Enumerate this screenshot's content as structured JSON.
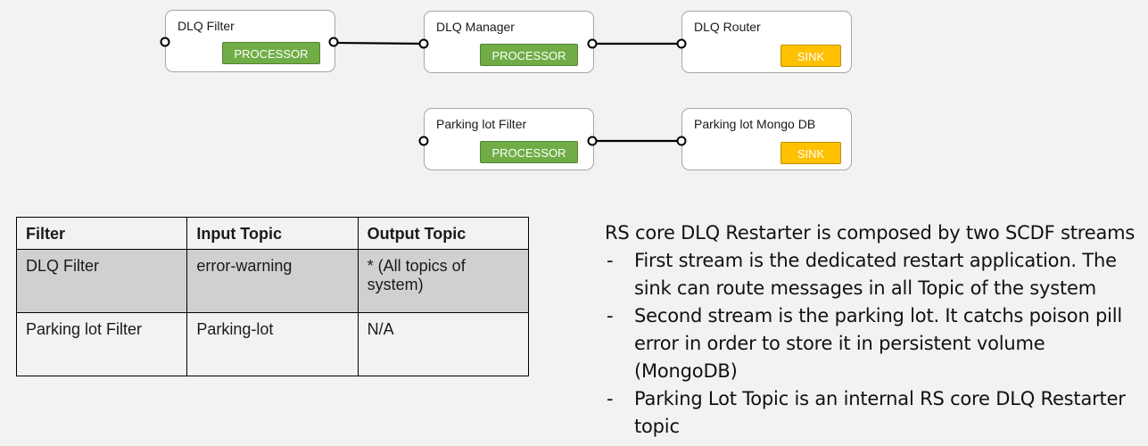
{
  "diagram": {
    "nodes": [
      {
        "id": "dlq-filter",
        "title": "DLQ Filter",
        "badge": "PROCESSOR",
        "kind": "processor"
      },
      {
        "id": "dlq-manager",
        "title": "DLQ Manager",
        "badge": "PROCESSOR",
        "kind": "processor"
      },
      {
        "id": "dlq-router",
        "title": "DLQ Router",
        "badge": "SINK",
        "kind": "sink"
      },
      {
        "id": "parking-lot-filter",
        "title": "Parking lot Filter",
        "badge": "PROCESSOR",
        "kind": "processor"
      },
      {
        "id": "parking-lot-mongo",
        "title": "Parking lot Mongo DB",
        "badge": "SINK",
        "kind": "sink"
      }
    ],
    "edges": [
      {
        "from": "dlq-filter",
        "to": "dlq-manager"
      },
      {
        "from": "dlq-manager",
        "to": "dlq-router"
      },
      {
        "from": "parking-lot-filter",
        "to": "parking-lot-mongo"
      }
    ],
    "colors": {
      "processor": "#70ad47",
      "sink": "#ffc000",
      "node_border": "#a6a6a6",
      "background": "#f2f2f2"
    }
  },
  "table": {
    "headers": [
      "Filter",
      "Input Topic",
      "Output Topic"
    ],
    "rows": [
      [
        "DLQ Filter",
        "error-warning",
        "* (All topics of system)"
      ],
      [
        "Parking lot Filter",
        "Parking-lot",
        "N/A"
      ]
    ]
  },
  "notes": {
    "heading": "RS core DLQ Restarter is composed by two SCDF streams",
    "bullets": [
      "First stream is the dedicated restart application. The sink can route messages in all Topic of the system",
      "Second stream is the parking lot. It catchs poison pill error in order to store it in persistent volume (MongoDB)",
      "Parking Lot Topic is an internal RS core DLQ Restarter topic"
    ],
    "dash": "-"
  }
}
